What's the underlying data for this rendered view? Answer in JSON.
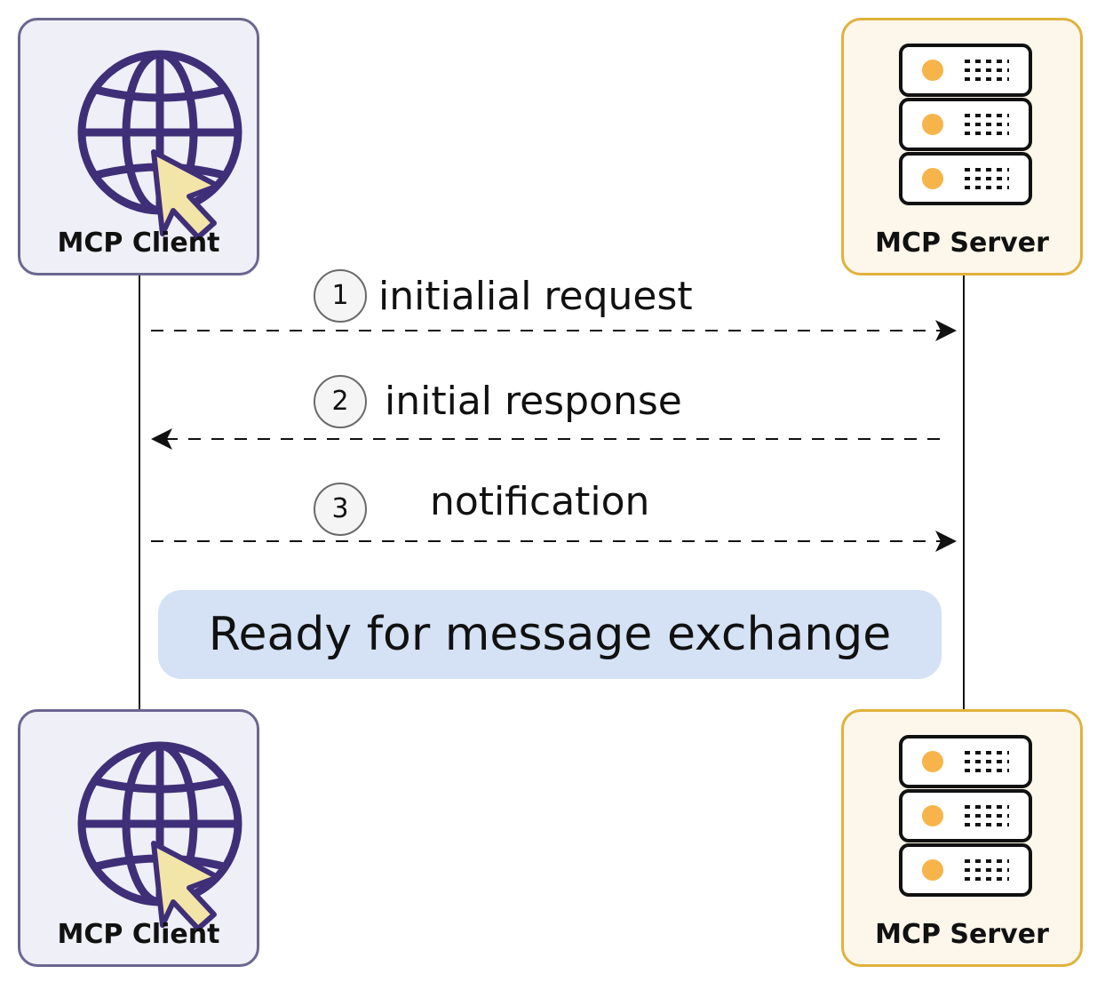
{
  "actors": {
    "client_top": {
      "label": "MCP Client",
      "icon": "globe-cursor-icon"
    },
    "server_top": {
      "label": "MCP Server",
      "icon": "server-rack-icon"
    },
    "client_bottom": {
      "label": "MCP Client",
      "icon": "globe-cursor-icon"
    },
    "server_bottom": {
      "label": "MCP Server",
      "icon": "server-rack-icon"
    }
  },
  "messages": [
    {
      "number": "1",
      "label": "initialial request",
      "direction": "client-to-server"
    },
    {
      "number": "2",
      "label": "initial response",
      "direction": "server-to-client"
    },
    {
      "number": "3",
      "label": "notification",
      "direction": "client-to-server"
    }
  ],
  "status": {
    "label": "Ready for message exchange"
  },
  "colors": {
    "client_fill": "#efeff7",
    "client_border": "#6b6690",
    "globe": "#3f2f78",
    "cursor": "#f3e4a8",
    "server_fill": "#fdf6ea",
    "server_border": "#e0b23c",
    "server_led": "#f7b44a",
    "ready_fill": "#d5e2f5"
  }
}
